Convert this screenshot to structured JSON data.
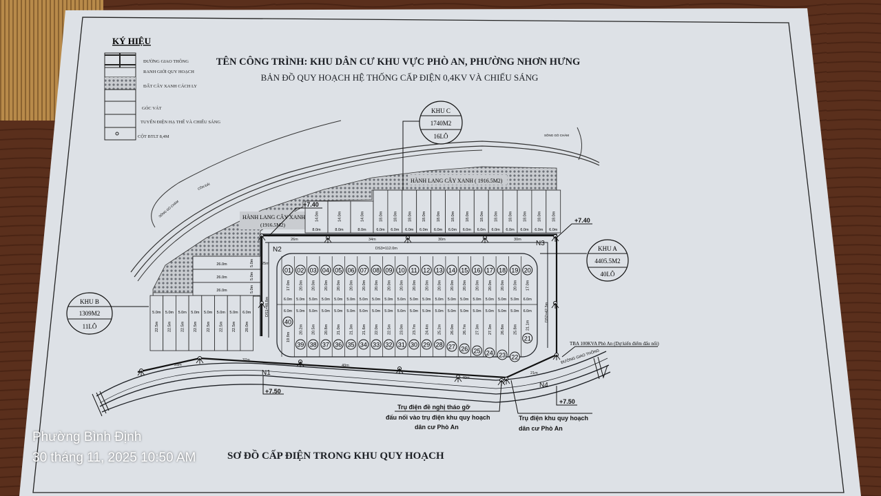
{
  "legend": {
    "title": "KÝ HIỆU",
    "items": [
      {
        "label": "ĐƯỜNG GIAO THÔNG"
      },
      {
        "label": "RANH GIỚI QUY HOẠCH"
      },
      {
        "label": "ĐẤT CÂY XANH CÁCH LY"
      },
      {
        "label": "GÓC VÁT"
      },
      {
        "label": "TUYẾN ĐIỆN HẠ THẾ VÀ CHIẾU SÁNG"
      },
      {
        "label": "CỘT BTLT 8,4M"
      }
    ]
  },
  "title": "TÊN CÔNG TRÌNH: KHU DÂN CƯ KHU VỰC PHÒ AN, PHƯỜNG NHƠN HƯNG",
  "subtitle": "BẢN ĐỒ QUY HOẠCH HỆ THỐNG CẤP ĐIỆN 0,4KV VÀ CHIẾU SÁNG",
  "caption": "SƠ ĐỒ CẤP ĐIỆN TRONG KHU QUY HOẠCH",
  "zones": {
    "a": {
      "name": "KHU A",
      "area": "4405.5M2",
      "lots": "40LÔ"
    },
    "b": {
      "name": "KHU B",
      "area": "1309M2",
      "lots": "11LÔ"
    },
    "c": {
      "name": "KHU C",
      "area": "1740M2",
      "lots": "16LÔ"
    }
  },
  "map_labels": {
    "river_1": "SÔNG GÒ CHÀM",
    "river_2": "SÔNG GÒ CHÀM",
    "con_dai": "CỒN ĐẢI",
    "green_corridor_1": "HÀNH LANG CÂY XANH ( 1916.5M2)",
    "green_corridor_2": "HÀNH LANG CÂY XANH",
    "green_corridor_2_area": "(1916.5M2)",
    "road": "ĐƯỜNG GIAO THÔNG",
    "ds3": "DS3=112.0m",
    "ds1": "DS1=48.8m",
    "ds2": "DS2=42.3m",
    "n1": "N1",
    "n2": "N2",
    "n3": "N3",
    "n4": "N4",
    "elev_n2": "+7.40",
    "elev_n3": "+7.40",
    "elev_n1": "+7.50",
    "elev_n4": "+7.50",
    "seg_26": "26m",
    "seg_34": "34m",
    "seg_30a": "30m",
    "seg_30b": "30m",
    "seg_25": "25m",
    "seg_37": "37m",
    "seg_40a": "40m",
    "seg_40b": "40m",
    "seg_21": "21m",
    "seg_25v": "25m",
    "tba": "TBA 100KVA Phò An (Dự kiến điểm đấu nối)",
    "note_remove_1": "Trụ điện đề nghị tháo gỡ",
    "note_remove_2": "đấu nối vào trụ điện khu quy hoạch",
    "note_remove_3": "dân cư Phò An",
    "note_pole_1": "Trụ điện khu quy hoạch",
    "note_pole_2": "dân cư Phò An"
  },
  "khu_c_lots": [
    {
      "w": "8.0m",
      "d": "14.0m"
    },
    {
      "w": "8.0m",
      "d": "14.0m"
    },
    {
      "w": "8.0m",
      "d": "14.0m"
    },
    {
      "w": "6.0m",
      "d": "18.0m"
    },
    {
      "w": "6.0m",
      "d": "18.0m"
    },
    {
      "w": "6.0m",
      "d": "18.0m"
    },
    {
      "w": "6.0m",
      "d": "18.0m"
    },
    {
      "w": "6.0m",
      "d": "18.0m"
    },
    {
      "w": "6.0m",
      "d": "18.0m"
    },
    {
      "w": "6.0m",
      "d": "18.0m"
    },
    {
      "w": "6.0m",
      "d": "18.0m"
    },
    {
      "w": "6.0m",
      "d": "18.0m"
    },
    {
      "w": "6.0m",
      "d": "18.0m"
    },
    {
      "w": "6.0m",
      "d": "18.0m"
    },
    {
      "w": "6.0m",
      "d": "18.0m"
    },
    {
      "w": "6.0m",
      "d": "18.0m"
    }
  ],
  "khu_a_top_lots": [
    {
      "n": "01",
      "w": "6.0m",
      "d": "17.0m"
    },
    {
      "n": "02",
      "w": "5.0m",
      "d": "20.0m"
    },
    {
      "n": "03",
      "w": "5.0m",
      "d": "20.0m"
    },
    {
      "n": "04",
      "w": "5.0m",
      "d": "20.0m"
    },
    {
      "n": "05",
      "w": "5.0m",
      "d": "20.0m"
    },
    {
      "n": "06",
      "w": "5.0m",
      "d": "20.0m"
    },
    {
      "n": "07",
      "w": "5.0m",
      "d": "20.0m"
    },
    {
      "n": "08",
      "w": "5.0m",
      "d": "20.0m"
    },
    {
      "n": "09",
      "w": "5.0m",
      "d": "20.0m"
    },
    {
      "n": "10",
      "w": "5.0m",
      "d": "20.0m"
    },
    {
      "n": "11",
      "w": "5.0m",
      "d": "20.0m"
    },
    {
      "n": "12",
      "w": "5.0m",
      "d": "20.0m"
    },
    {
      "n": "13",
      "w": "5.0m",
      "d": "20.0m"
    },
    {
      "n": "14",
      "w": "5.0m",
      "d": "20.0m"
    },
    {
      "n": "15",
      "w": "5.0m",
      "d": "20.0m"
    },
    {
      "n": "16",
      "w": "5.0m",
      "d": "20.0m"
    },
    {
      "n": "17",
      "w": "5.0m",
      "d": "20.0m"
    },
    {
      "n": "18",
      "w": "5.0m",
      "d": "20.0m"
    },
    {
      "n": "19",
      "w": "5.0m",
      "d": "20.0m"
    },
    {
      "n": "20",
      "w": "6.0m",
      "d": "17.0m"
    }
  ],
  "khu_a_bottom_lots": [
    {
      "n": "40",
      "w": "6.0m",
      "d": "19.9m"
    },
    {
      "n": "39",
      "w": "5.0m",
      "d": "20.2m"
    },
    {
      "n": "38",
      "w": "5.0m",
      "d": "20.5m"
    },
    {
      "n": "37",
      "w": "5.0m",
      "d": "20.8m"
    },
    {
      "n": "36",
      "w": "5.0m",
      "d": "21.0m"
    },
    {
      "n": "35",
      "w": "5.0m",
      "d": "21.3m"
    },
    {
      "n": "34",
      "w": "5.0m",
      "d": "21.6m"
    },
    {
      "n": "33",
      "w": "5.0m",
      "d": "22.0m"
    },
    {
      "n": "32",
      "w": "5.0m",
      "d": "22.5m"
    },
    {
      "n": "31",
      "w": "5.0m",
      "d": "23.0m"
    },
    {
      "n": "30",
      "w": "5.0m",
      "d": "23.7m"
    },
    {
      "n": "29",
      "w": "5.0m",
      "d": "24.4m"
    },
    {
      "n": "28",
      "w": "5.0m",
      "d": "25.2m"
    },
    {
      "n": "27",
      "w": "5.0m",
      "d": "26.0m"
    },
    {
      "n": "26",
      "w": "5.0m",
      "d": "26.7m"
    },
    {
      "n": "25",
      "w": "5.0m",
      "d": "27.3m"
    },
    {
      "n": "24",
      "w": "5.0m",
      "d": "27.3m"
    },
    {
      "n": "23",
      "w": "5.0m",
      "d": "26.8m"
    },
    {
      "n": "22",
      "w": "5.0m",
      "d": "25.8m"
    },
    {
      "n": "21",
      "w": "6.0m",
      "d": "21.1m"
    }
  ],
  "khu_b_lots": [
    {
      "w": "26.0m",
      "d": "5.0m"
    },
    {
      "w": "26.0m",
      "d": "5.0m"
    },
    {
      "w": "26.0m",
      "d": "5.0m"
    }
  ],
  "khu_b_row_lots": [
    {
      "w": "5.0m",
      "d": "22.5m"
    },
    {
      "w": "5.0m",
      "d": "22.5m"
    },
    {
      "w": "5.0m",
      "d": "22.5m"
    },
    {
      "w": "5.0m",
      "d": "22.5m"
    },
    {
      "w": "5.0m",
      "d": "22.5m"
    },
    {
      "w": "5.0m",
      "d": "22.5m"
    },
    {
      "w": "5.0m",
      "d": "22.5m"
    },
    {
      "w": "6.0m",
      "d": "20.0m"
    }
  ],
  "watermark": {
    "location": "Phường Bình Định",
    "datetime": "30 tháng 11, 2025 10:50 AM"
  },
  "colors": {
    "paper": "#dde1e6",
    "ink": "#1c1f24",
    "table": "#5a2f1c",
    "mat": "#b88a4a"
  }
}
